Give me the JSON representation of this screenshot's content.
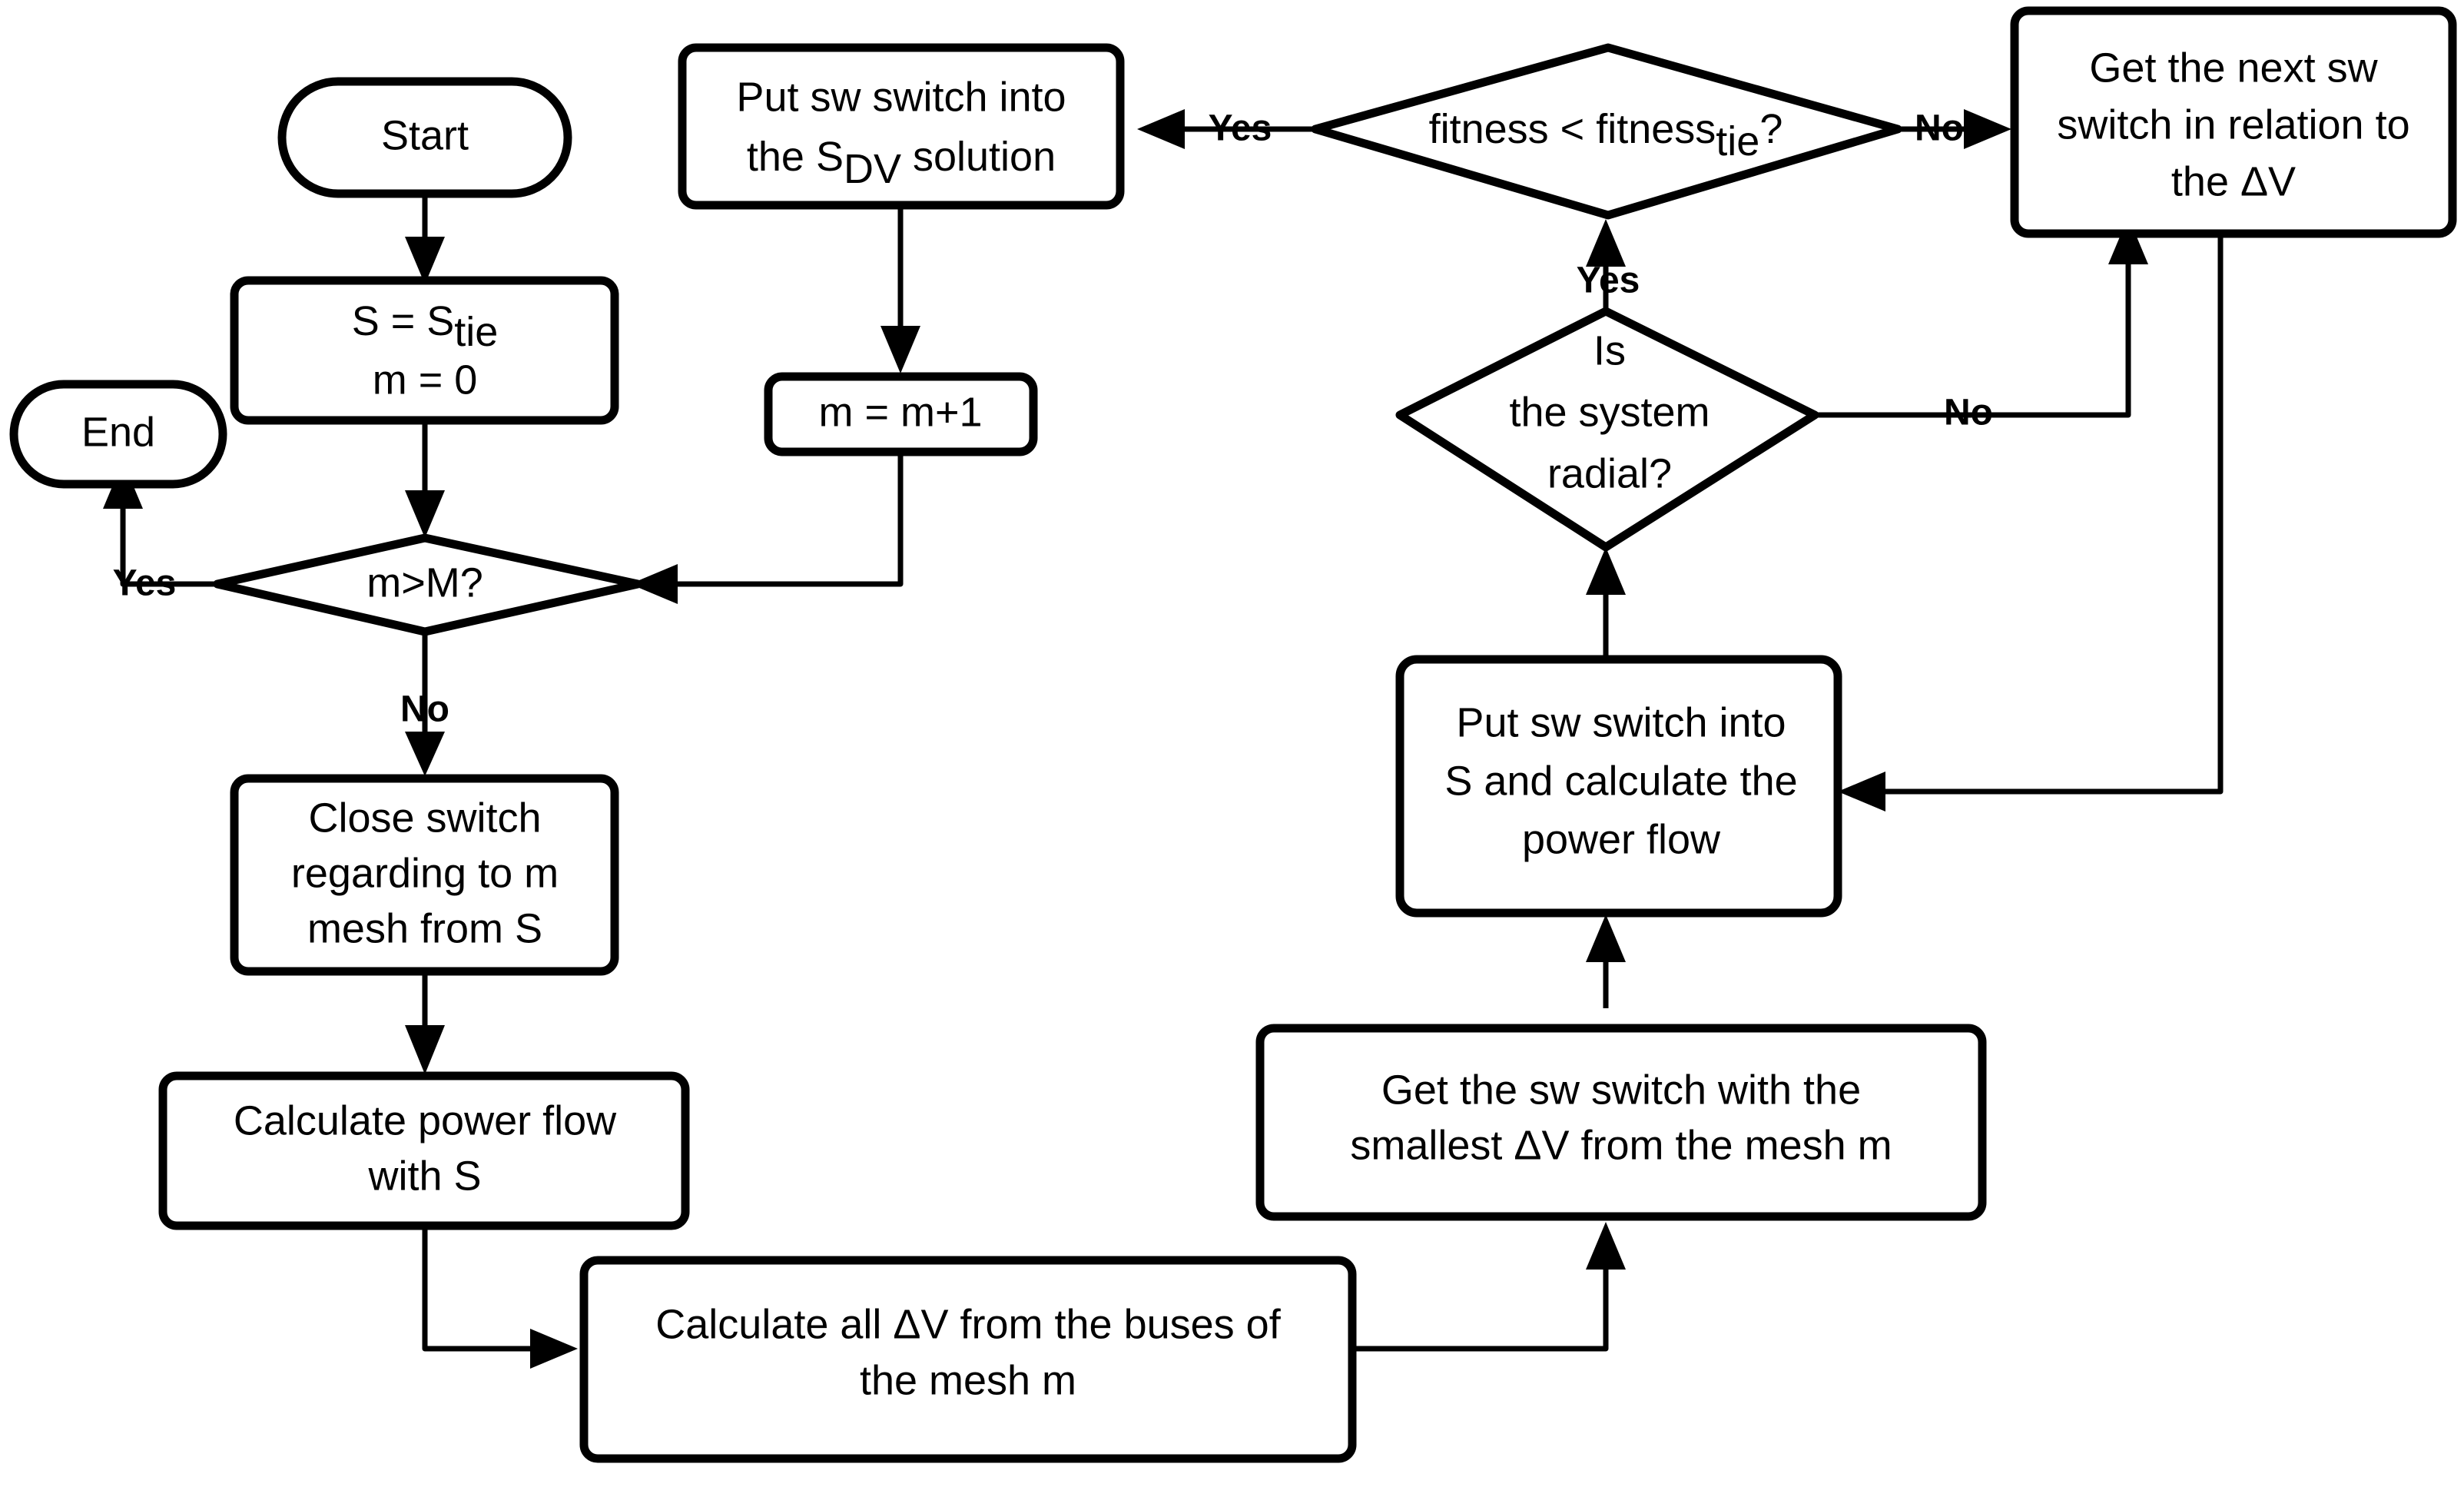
{
  "diagram": {
    "title": "Switch reconfiguration heuristic flowchart",
    "background_color": "#ffffff",
    "stroke_color": "#000000",
    "nodes": {
      "start": {
        "label": "Start",
        "shape": "terminator"
      },
      "end": {
        "label": "End",
        "shape": "terminator"
      },
      "init": {
        "line1_a": "S = S",
        "line1_sub": "tie",
        "line2": "m = 0",
        "shape": "process"
      },
      "m_check": {
        "label": "m>M?",
        "shape": "decision"
      },
      "close_switch": {
        "line1": "Close switch",
        "line2": "regarding to m",
        "line3": "mesh from S",
        "shape": "process"
      },
      "calc_pf_s": {
        "line1": "Calculate power flow",
        "line2": "with S",
        "shape": "process"
      },
      "calc_dv": {
        "line1": "Calculate all ΔV from the buses of",
        "line2": "the mesh m",
        "shape": "process"
      },
      "get_smallest": {
        "line1": "Get the sw switch with the",
        "line2": "smallest  ΔV from the mesh m",
        "shape": "process"
      },
      "put_sw_s": {
        "line1": "Put sw switch into",
        "line2": "S and calculate the",
        "line3": "power flow",
        "shape": "process"
      },
      "radial": {
        "line1": "Is",
        "line2": "the system",
        "line3": "radial?",
        "shape": "decision"
      },
      "fitness": {
        "line1_a": "fitness < fitness",
        "line1_sub": "tie",
        "line1_b": "?",
        "shape": "decision"
      },
      "get_next": {
        "line1": "Get the next sw",
        "line2": "switch in relation to",
        "line3": "the ΔV",
        "shape": "process"
      },
      "put_sdv": {
        "line1": "Put sw switch into",
        "line2_a": "the S",
        "line2_sub": "DV",
        "line2_b": " solution",
        "shape": "process"
      },
      "increment": {
        "label": "m = m+1",
        "shape": "process"
      }
    },
    "edge_labels": {
      "m_check_yes": "Yes",
      "m_check_no": "No",
      "radial_yes": "Yes",
      "radial_no": "No",
      "fitness_yes": "Yes",
      "fitness_no": "No"
    }
  }
}
